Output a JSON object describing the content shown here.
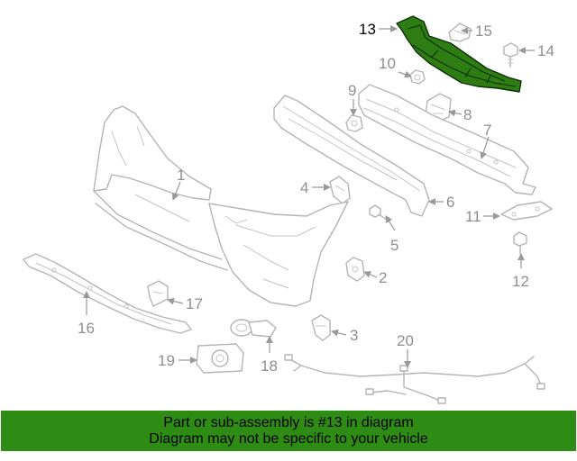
{
  "highlight_color": "#2e8b14",
  "callouts": {
    "c1": "1",
    "c2": "2",
    "c3": "3",
    "c4": "4",
    "c5": "5",
    "c6": "6",
    "c7": "7",
    "c8": "8",
    "c9": "9",
    "c10": "10",
    "c11": "11",
    "c12": "12",
    "c13": "13",
    "c14": "14",
    "c15": "15",
    "c16": "16",
    "c17": "17",
    "c18": "18",
    "c19": "19",
    "c20": "20"
  },
  "banner": {
    "line1": "Part or sub-assembly is #13 in diagram",
    "line2": "Diagram may not be specific to your vehicle"
  }
}
